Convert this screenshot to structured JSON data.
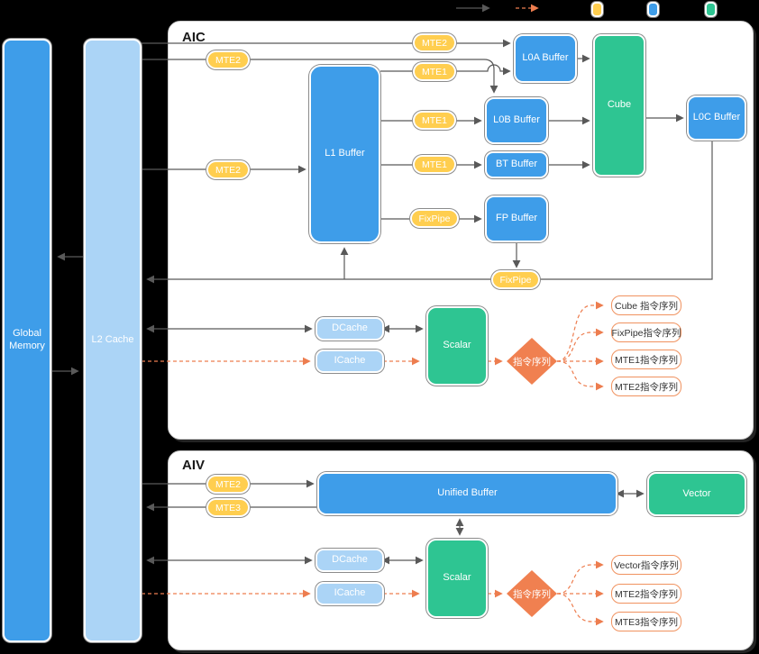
{
  "colors": {
    "blue": "#3e9de9",
    "light_blue": "#abd4f6",
    "green": "#2ec592",
    "yellow": "#ffce4f",
    "orange": "#ed7d4f",
    "line_gray": "#595959"
  },
  "legend": {
    "items": [
      {
        "name": "solid-arrow",
        "meaning": "data-path"
      },
      {
        "name": "dashed-arrow",
        "meaning": "instruction-path"
      },
      {
        "name": "yellow-node",
        "color": "#ffce4f"
      },
      {
        "name": "blue-node",
        "color": "#3e9de9"
      },
      {
        "name": "green-node",
        "color": "#2ec592"
      }
    ]
  },
  "memory": {
    "global_label": "Global Memory",
    "l2_label": "L2 Cache"
  },
  "labels": {
    "mte1": "MTE1",
    "mte2": "MTE2",
    "mte3": "MTE3",
    "fixpipe": "FixPipe"
  },
  "aic": {
    "title": "AIC",
    "l1": "L1 Buffer",
    "l0a": "L0A Buffer",
    "l0b": "L0B Buffer",
    "bt": "BT Buffer",
    "fp": "FP Buffer",
    "l0c": "L0C Buffer",
    "cube": "Cube",
    "dcache": "DCache",
    "icache": "ICache",
    "scalar": "Scalar",
    "dispatch": "指令序列",
    "sequences": [
      "Cube 指令序列",
      "FixPipe指令序列",
      "MTE1指令序列",
      "MTE2指令序列"
    ]
  },
  "aiv": {
    "title": "AIV",
    "unified": "Unified Buffer",
    "vector": "Vector",
    "dcache": "DCache",
    "icache": "ICache",
    "scalar": "Scalar",
    "dispatch": "指令序列",
    "sequences": [
      "Vector指令序列",
      "MTE2指令序列",
      "MTE3指令序列"
    ]
  }
}
